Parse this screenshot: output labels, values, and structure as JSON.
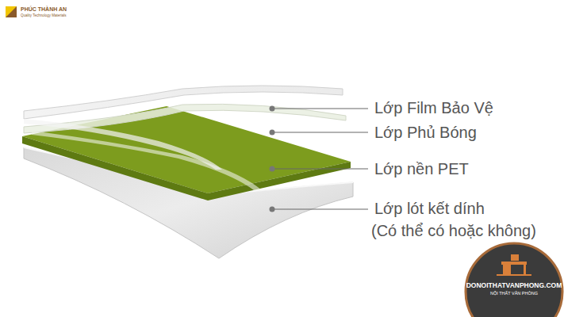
{
  "diagram": {
    "nodes": [
      {
        "text": [
          "DONOITHATVANPHONG.COM",
          "NỘI THẤT VĂN PHÒNG"
        ]
      }
    ],
    "labels": [
      "PHÚC THÀNH AN",
      "Quality Technology Materials",
      "Lớp Film Bảo Vệ",
      "Lớp Phủ Bóng",
      "Lớp nền PET",
      "Lớp lót kết dính",
      "(Có thể có hoặc không)"
    ]
  }
}
